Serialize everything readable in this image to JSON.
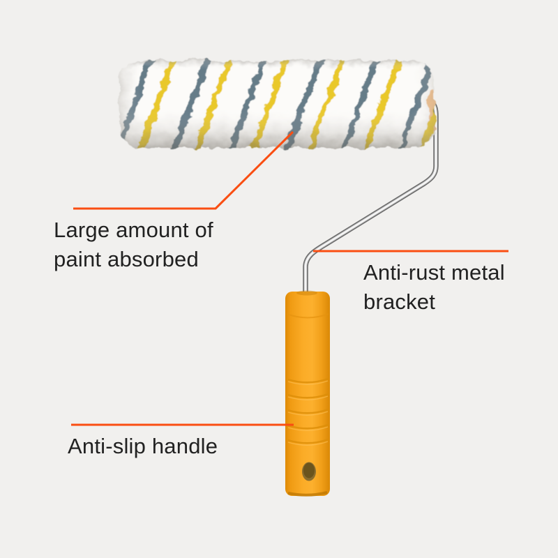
{
  "background_color": "#f1f0ee",
  "accent_color": "#fa4e12",
  "text_color": "#212121",
  "product": {
    "name": "paint roller with striped sleeve, metal bracket and orange handle",
    "colors": {
      "handle_orange": "#f6a11e",
      "stripe_gray": "#5d7482",
      "stripe_yellow": "#e8c51e",
      "fleece_white": "#fcfbf9",
      "metal_silver": "#d8d8d8"
    }
  },
  "callouts": [
    {
      "id": "paint-absorbed",
      "lines": [
        "Large amount of",
        "paint absorbed"
      ]
    },
    {
      "id": "metal-bracket",
      "lines": [
        "Anti-rust metal",
        "bracket"
      ]
    },
    {
      "id": "anti-slip-handle",
      "lines": [
        "Anti-slip handle"
      ]
    }
  ]
}
